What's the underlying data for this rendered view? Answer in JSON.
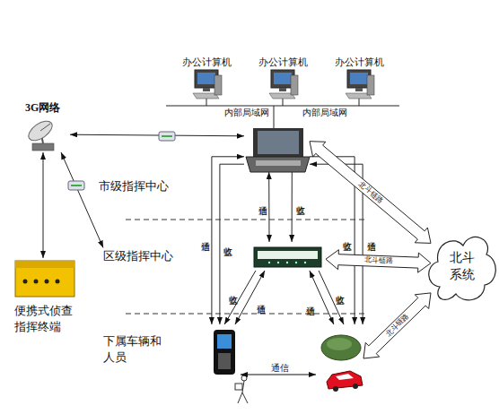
{
  "diagram": {
    "nodes": [
      {
        "text": [
          "办公计算机"
        ]
      },
      {
        "text": [
          "办公计算机"
        ]
      },
      {
        "text": [
          "办公计算机"
        ]
      },
      {
        "text": [
          "3G网络"
        ]
      },
      {
        "text": [
          "市级指挥中心"
        ]
      },
      {
        "text": [
          "区级指挥中心"
        ]
      },
      {
        "text": [
          "下属车辆和人员"
        ]
      },
      {
        "text": [
          "便携式侦查指挥终端"
        ]
      },
      {
        "text": [
          "北斗系统"
        ]
      }
    ],
    "edges": [
      {
        "from": 3,
        "to": 4,
        "arrow": "both"
      },
      {
        "from": 3,
        "to": 5,
        "arrow": "both"
      },
      {
        "from": 3,
        "to": 7,
        "arrow": "both"
      },
      {
        "from": 4,
        "to": 6,
        "label": "通信",
        "arrow": "both"
      },
      {
        "from": 4,
        "to": 6,
        "label": "监收",
        "arrow": "to"
      },
      {
        "from": 4,
        "to": 6,
        "label": "监收",
        "arrow": "to"
      },
      {
        "from": 4,
        "to": 6,
        "label": "通信",
        "arrow": "both"
      },
      {
        "from": 4,
        "to": 5,
        "label": "通信",
        "arrow": "both"
      },
      {
        "from": 4,
        "to": 5,
        "label": "监收",
        "arrow": "to"
      },
      {
        "from": 5,
        "to": 6,
        "label": "监收",
        "arrow": "to"
      },
      {
        "from": 5,
        "to": 6,
        "label": "通信",
        "arrow": "both"
      },
      {
        "from": 5,
        "to": 6,
        "label": "通信",
        "arrow": "both"
      },
      {
        "from": 5,
        "to": 6,
        "label": "监收",
        "arrow": "to"
      },
      {
        "from": 8,
        "to": 4,
        "label": "北斗链路",
        "arrow": "both"
      },
      {
        "from": 8,
        "to": 5,
        "label": "北斗链路",
        "arrow": "both"
      },
      {
        "from": 8,
        "to": 6,
        "label": "北斗链路",
        "arrow": "both"
      }
    ],
    "labels": [
      "内部局域网",
      "内部局域网",
      "通信"
    ]
  }
}
